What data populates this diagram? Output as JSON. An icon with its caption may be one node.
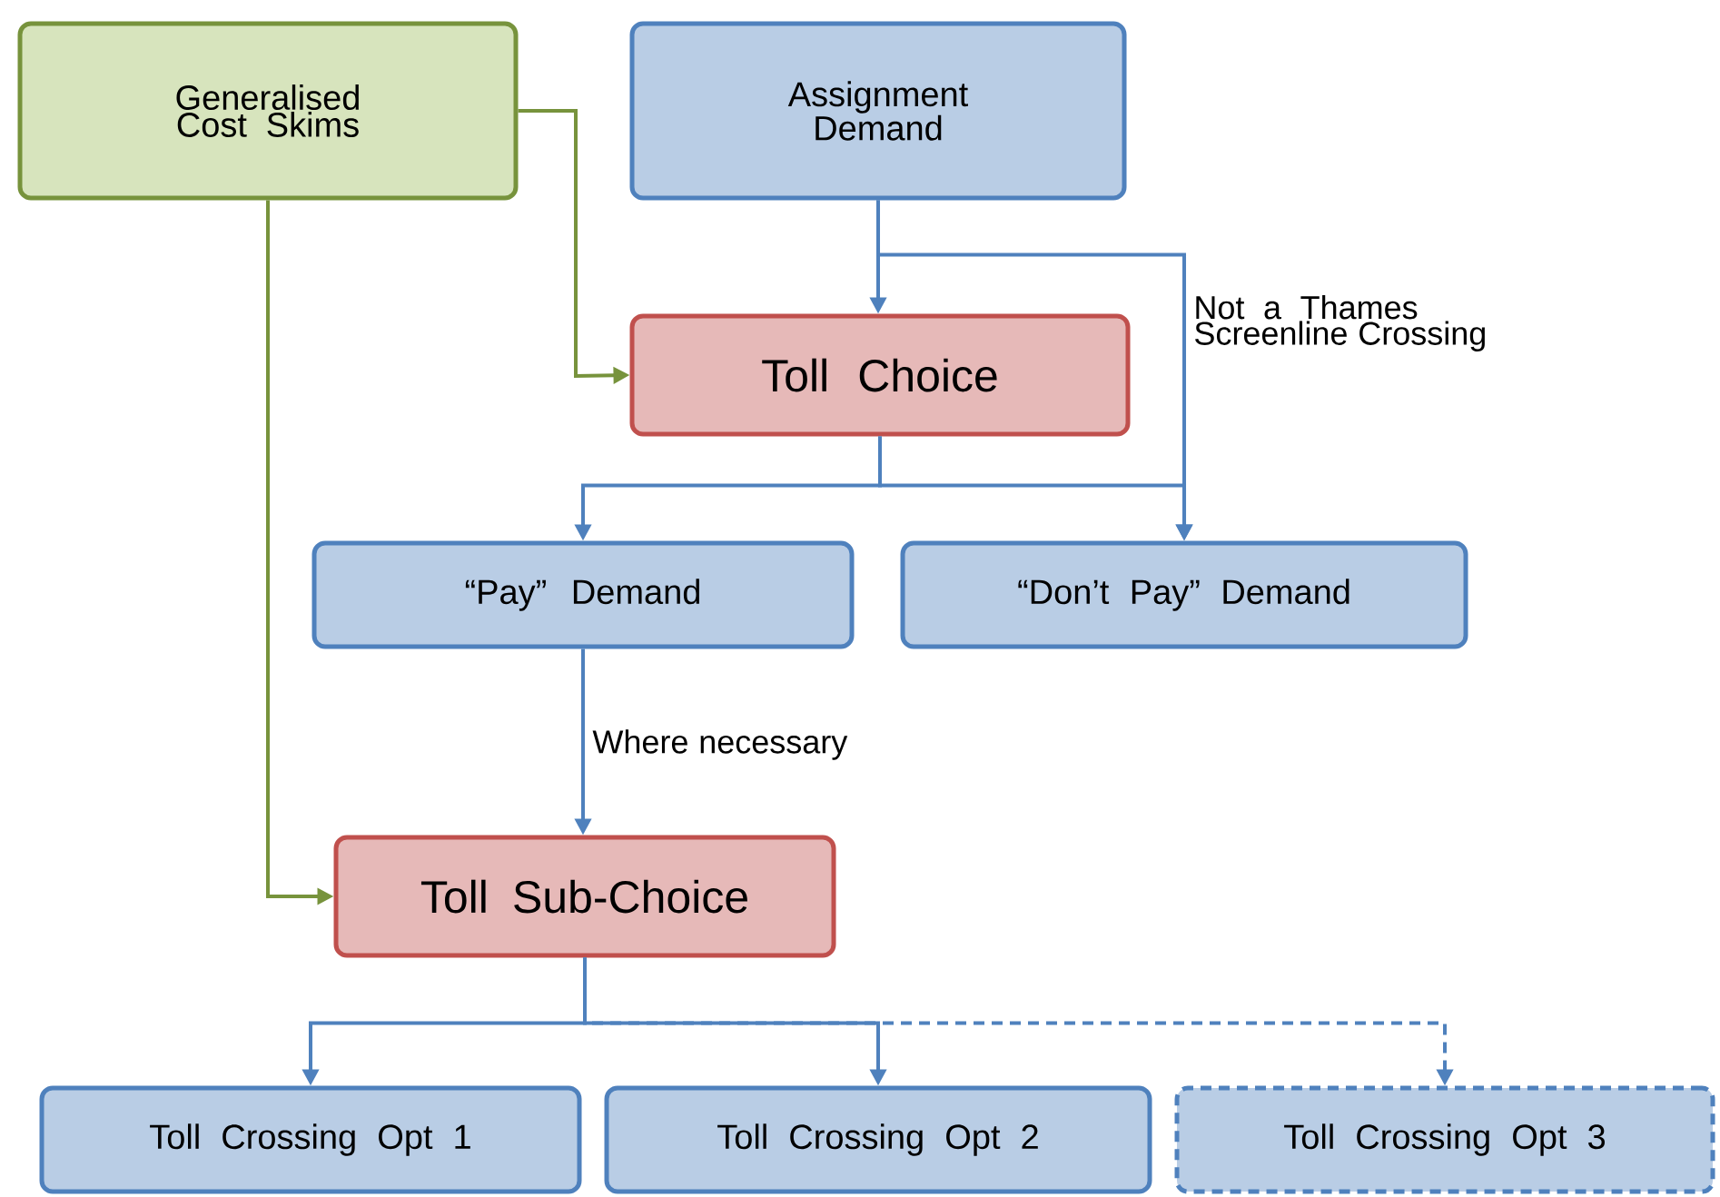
{
  "diagram": {
    "nodes": [
      {
        "text": [
          "Generalised Cost Skims"
        ]
      },
      {
        "text": [
          "Assignment Demand"
        ]
      },
      {
        "text": [
          "Toll Choice"
        ]
      },
      {
        "text": [
          "“Pay” Demand"
        ]
      },
      {
        "text": [
          "“Don’t Pay” Demand"
        ]
      },
      {
        "text": [
          "Toll Sub-Choice"
        ]
      },
      {
        "text": [
          "Toll Crossing Opt 1"
        ]
      },
      {
        "text": [
          "Toll Crossing Opt 2"
        ]
      },
      {
        "text": [
          "Toll Crossing Opt 3"
        ]
      }
    ],
    "edges": [
      {
        "from": 0,
        "to": 2,
        "arrow": "to",
        "color": "#77933c"
      },
      {
        "from": 0,
        "to": 5,
        "arrow": "to",
        "color": "#77933c"
      },
      {
        "from": 1,
        "to": 2,
        "arrow": "to"
      },
      {
        "from": 1,
        "to": 4,
        "arrow": "to",
        "label": "Not a Thames Screenline Crossing"
      },
      {
        "from": 2,
        "to": 3,
        "arrow": "to"
      },
      {
        "from": 2,
        "to": 4,
        "arrow": "to"
      },
      {
        "from": 3,
        "to": 5,
        "arrow": "to",
        "label": "Where necessary"
      },
      {
        "from": 5,
        "to": 6,
        "arrow": "to"
      },
      {
        "from": 5,
        "to": 7,
        "arrow": "to"
      },
      {
        "from": 5,
        "to": 8,
        "arrow": "to",
        "style": "dashed"
      }
    ]
  }
}
